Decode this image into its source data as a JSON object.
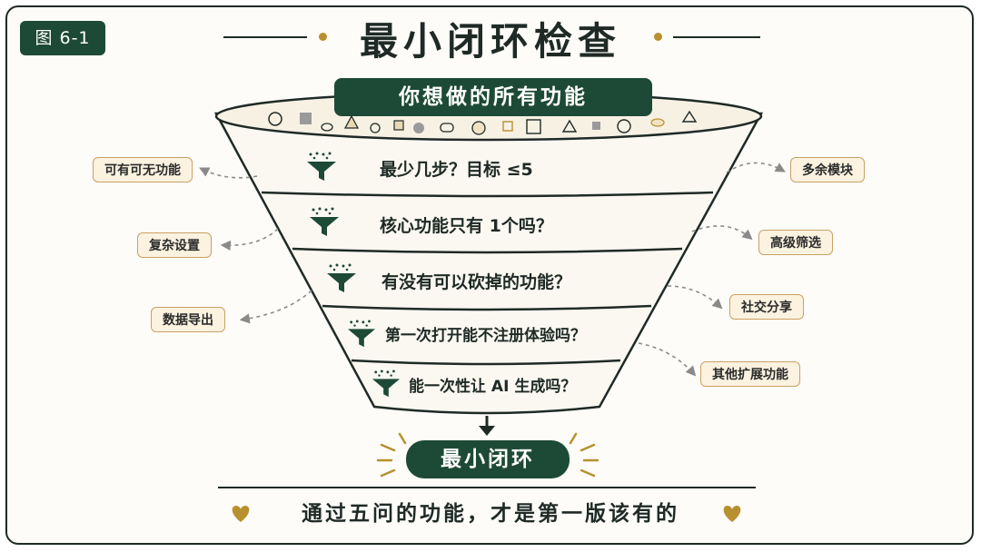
{
  "figure_label": "图 6-1",
  "title": "最小闭环检查",
  "funnel": {
    "top_label": "你想做的所有功能",
    "questions": [
      "最少几步？目标 ≤5",
      "核心功能只有 1个吗？",
      "有没有可以砍掉的功能？",
      "第一次打开能不注册体验吗？",
      "能一次性让 AI 生成吗？"
    ],
    "result_label": "最小闭环"
  },
  "removed_left": [
    "可有可无功能",
    "复杂设置",
    "数据导出"
  ],
  "removed_right": [
    "多余模块",
    "高级筛选",
    "社交分享",
    "其他扩展功能"
  ],
  "bottom_message": "通过五问的功能，才是第一版该有的",
  "colors": {
    "dark_green": "#1d4a36",
    "gold": "#b8902f",
    "tag_fill": "#fbf2e0",
    "tag_border": "#c9a267",
    "ink": "#1f2a26"
  },
  "icons": [
    "filter-funnel-icon",
    "heart-icon",
    "arrow-down-icon",
    "sparkle-icon",
    "shape-circle-icon",
    "shape-square-icon",
    "shape-triangle-icon"
  ]
}
